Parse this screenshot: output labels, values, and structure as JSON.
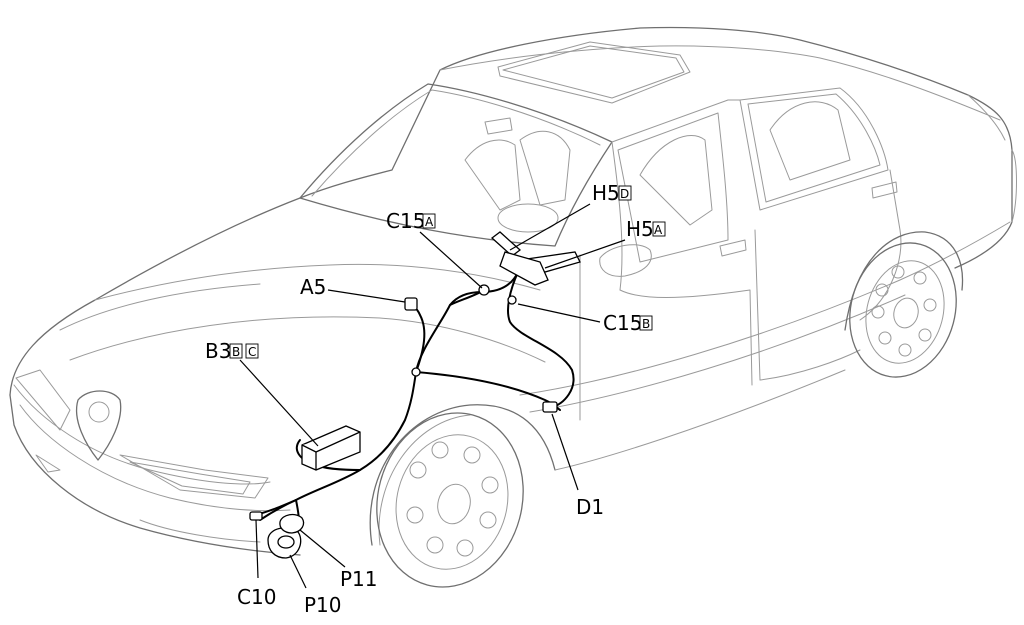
{
  "labels": {
    "a5": "A5",
    "b3": {
      "main": "B3",
      "tags": [
        "B",
        "C"
      ]
    },
    "c15a": {
      "main": "C15",
      "tag": "A"
    },
    "c15b": {
      "main": "C15",
      "tag": "B"
    },
    "h5d": {
      "main": "H5",
      "tag": "D"
    },
    "h5a": {
      "main": "H5",
      "tag": "A"
    },
    "d1": "D1",
    "c10": "C10",
    "p10": "P10",
    "p11": "P11"
  }
}
